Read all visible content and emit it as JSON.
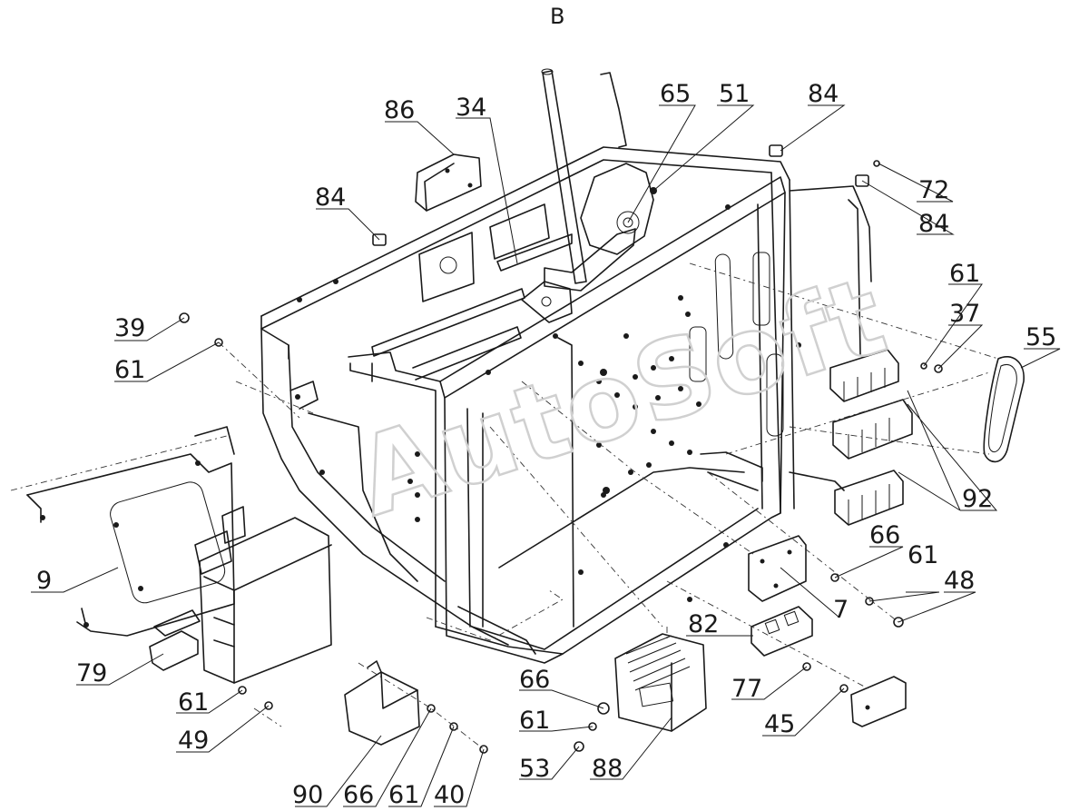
{
  "view_label": "B",
  "watermark": "AutoSoft",
  "callouts": [
    {
      "id": "c86",
      "text": "86"
    },
    {
      "id": "c34",
      "text": "34"
    },
    {
      "id": "c65",
      "text": "65"
    },
    {
      "id": "c51",
      "text": "51"
    },
    {
      "id": "c84a",
      "text": "84"
    },
    {
      "id": "c84b",
      "text": "84"
    },
    {
      "id": "c72",
      "text": "72"
    },
    {
      "id": "c84c",
      "text": "84"
    },
    {
      "id": "c39",
      "text": "39"
    },
    {
      "id": "c61a",
      "text": "61"
    },
    {
      "id": "c61b",
      "text": "61"
    },
    {
      "id": "c37",
      "text": "37"
    },
    {
      "id": "c55",
      "text": "55"
    },
    {
      "id": "c92",
      "text": "92"
    },
    {
      "id": "c9",
      "text": "9"
    },
    {
      "id": "c66a",
      "text": "66"
    },
    {
      "id": "c61c",
      "text": "61"
    },
    {
      "id": "c48",
      "text": "48"
    },
    {
      "id": "c7",
      "text": "7"
    },
    {
      "id": "c82",
      "text": "82"
    },
    {
      "id": "c79",
      "text": "79"
    },
    {
      "id": "c77",
      "text": "77"
    },
    {
      "id": "c66b",
      "text": "66"
    },
    {
      "id": "c61d",
      "text": "61"
    },
    {
      "id": "c49",
      "text": "49"
    },
    {
      "id": "c61e",
      "text": "61"
    },
    {
      "id": "c45",
      "text": "45"
    },
    {
      "id": "c53",
      "text": "53"
    },
    {
      "id": "c88",
      "text": "88"
    },
    {
      "id": "c90",
      "text": "90"
    },
    {
      "id": "c66c",
      "text": "66"
    },
    {
      "id": "c61f",
      "text": "61"
    },
    {
      "id": "c40",
      "text": "40"
    }
  ]
}
